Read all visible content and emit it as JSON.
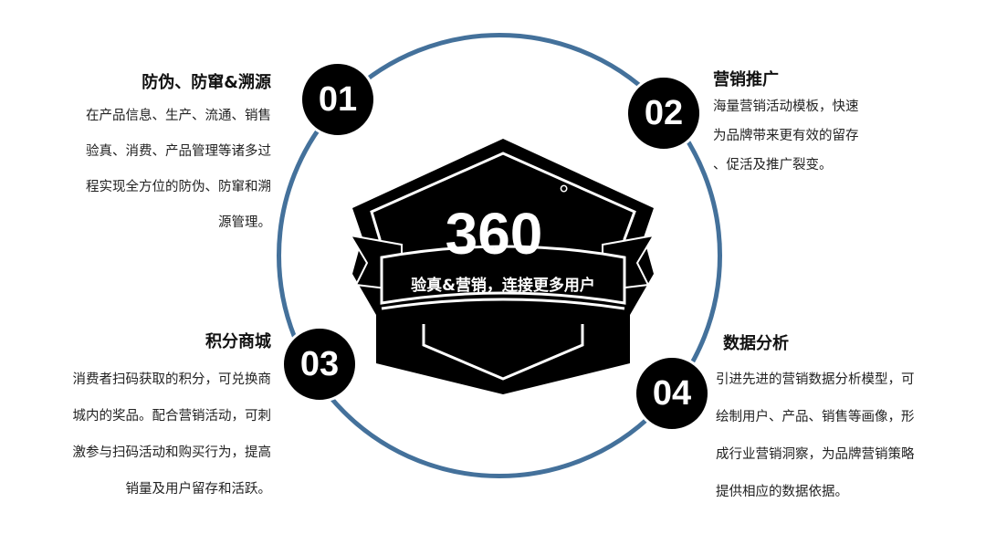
{
  "center": {
    "big": "360",
    "degree": "°",
    "ribbon": "验真&营销，连接更多用户"
  },
  "colors": {
    "ring": "#44719b",
    "badge": "#000000"
  },
  "items": [
    {
      "num": "01",
      "title": "防伪、防窜&溯源",
      "lines": [
        "在产品信息、生产、流通、销售",
        "验真、消费、产品管理等诸多过",
        "程实现全方位的防伪、防窜和溯",
        "源管理。"
      ]
    },
    {
      "num": "02",
      "title": "营销推广",
      "lines": [
        "海量营销活动模板，快速",
        "为品牌带来更有效的留存",
        "、促活及推广裂变。"
      ]
    },
    {
      "num": "03",
      "title": "积分商城",
      "lines": [
        "消费者扫码获取的积分，可兑换商",
        "城内的奖品。配合营销活动，可刺",
        "激参与扫码活动和购买行为，提高",
        "销量及用户留存和活跃。"
      ]
    },
    {
      "num": "04",
      "title": "数据分析",
      "lines": [
        "引进先进的营销数据分析模型，可",
        "绘制用户、产品、销售等画像，形",
        "成行业营销洞察，为品牌营销策略",
        "提供相应的数据依据。"
      ]
    }
  ]
}
